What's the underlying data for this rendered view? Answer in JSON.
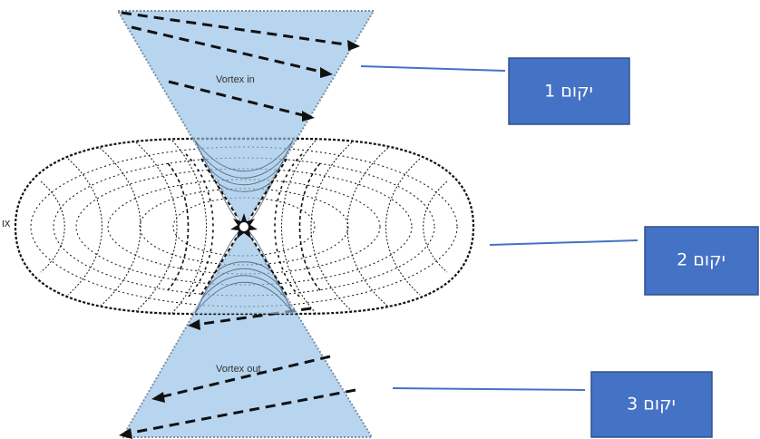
{
  "diagram": {
    "cone_top_label": "Vortex in",
    "cone_bottom_label": "Vortex out",
    "left_edge_mark": "IX",
    "callouts": [
      {
        "label": "יקום 1"
      },
      {
        "label": "יקום 2"
      },
      {
        "label": "יקום 3"
      }
    ]
  },
  "colors": {
    "cone_fill": "#b7d5ee",
    "cone_edge": "#7a8fa6",
    "box_fill": "#4472c4",
    "box_border": "#2f528f",
    "connector": "#4472c4",
    "ink": "#111111"
  }
}
